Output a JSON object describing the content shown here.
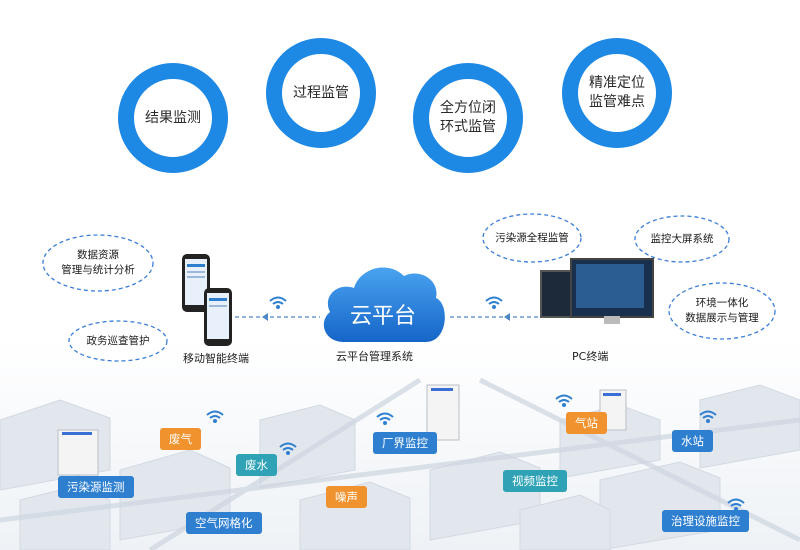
{
  "principles": [
    {
      "label": "结果监测"
    },
    {
      "label": "过程监管"
    },
    {
      "label": "全方位闭\n环式监管"
    },
    {
      "label": "精准定位\n监管难点"
    }
  ],
  "cloud": {
    "label": "云平台",
    "caption": "云平台管理系统"
  },
  "mobile": {
    "caption": "移动智能终端"
  },
  "pc": {
    "caption": "PC终端"
  },
  "mobile_features": [
    {
      "label": "数据资源\n管理与统计分析"
    },
    {
      "label": "政务巡查管护"
    }
  ],
  "pc_features": [
    {
      "label": "污染源全程监管"
    },
    {
      "label": "监控大屏系统"
    },
    {
      "label": "环境一体化\n数据展示与管理"
    }
  ],
  "scenarios": [
    {
      "label": "污染源监测"
    },
    {
      "label": "废气"
    },
    {
      "label": "废水"
    },
    {
      "label": "空气网格化"
    },
    {
      "label": "噪声"
    },
    {
      "label": "厂界监控"
    },
    {
      "label": "视频监控"
    },
    {
      "label": "气站"
    },
    {
      "label": "水站"
    },
    {
      "label": "治理设施监控"
    }
  ],
  "colors": {
    "primary": "#1e88e5",
    "orange": "#f0922d",
    "teal": "#2fa3b5",
    "blue_tag": "#2f7fd1"
  }
}
